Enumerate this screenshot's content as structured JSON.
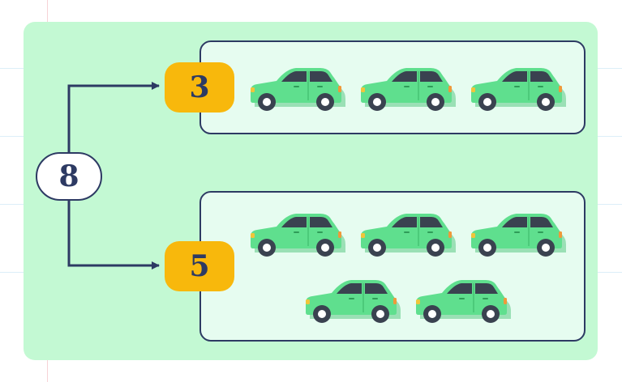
{
  "total": "8",
  "parts": [
    {
      "value": "3",
      "car_count": 3
    },
    {
      "value": "5",
      "car_count": 5
    }
  ],
  "icons": {
    "car": "green-car-icon"
  },
  "colors": {
    "panel": "#c3f9d3",
    "box": "#e6fcf0",
    "stroke": "#2d3a63",
    "part_node": "#f8b80c",
    "car_body": "#5fdf8e"
  }
}
